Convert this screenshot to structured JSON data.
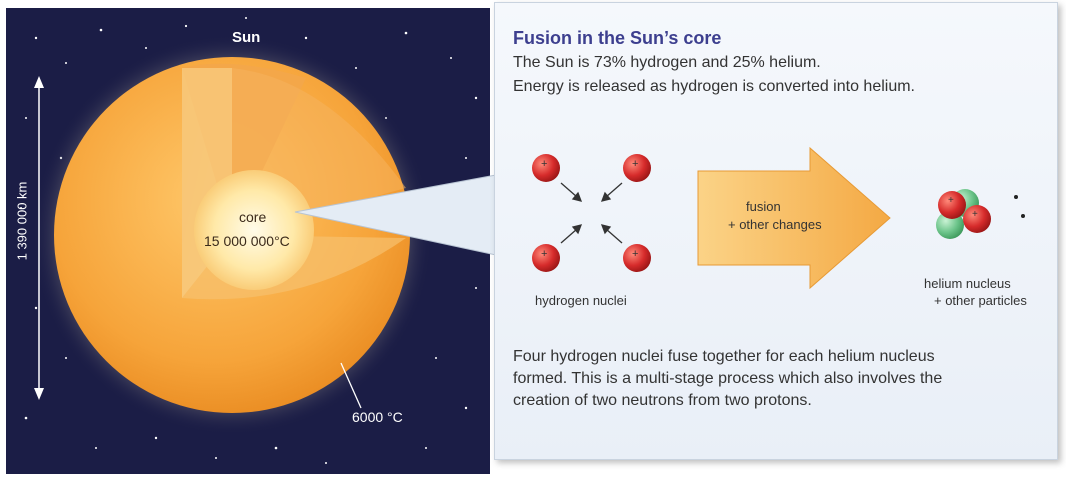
{
  "sun": {
    "title": "Sun",
    "diameter": "1 390 000 km",
    "core_label": "core",
    "core_temp": "15 000 000°C",
    "surface_temp": "6000 °C"
  },
  "panel": {
    "title": "Fusion in the Sun’s core",
    "line1": "The Sun is 73% hydrogen and 25% helium.",
    "line2": "Energy is released as hydrogen is converted into helium.",
    "arrow_line1": "fusion",
    "arrow_line2": "+ other changes",
    "hydrogen_label": "hydrogen nuclei",
    "helium_label1": "helium nucleus",
    "helium_label2": "+ other particles",
    "proton_symbol": "+",
    "desc1": "Four hydrogen nuclei fuse together for each helium nucleus",
    "desc2": "formed. This is a multi-stage process which also involves the",
    "desc3": "creation of two neutrons from two protons."
  },
  "colors": {
    "space": "#1b1d46",
    "sun_outer": "#f6a43a",
    "sun_glow": "#fff1b8",
    "proton": "#d62b2b",
    "neutron": "#6cc48a",
    "arrow": "#f8c055",
    "title": "#3d3f8f"
  }
}
